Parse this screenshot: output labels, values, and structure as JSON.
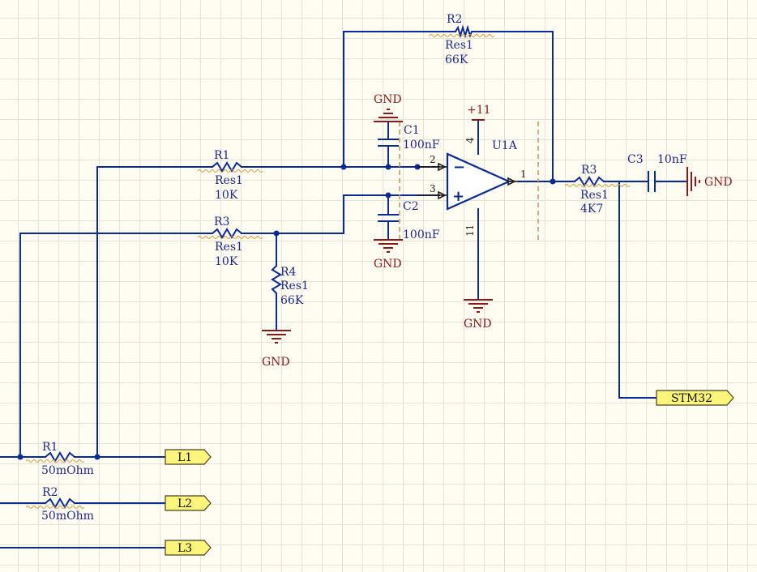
{
  "resistors": [
    {
      "id": "r2-top",
      "designator": "R2",
      "comment": "Res1",
      "value": "66K"
    },
    {
      "id": "r1-mid",
      "designator": "R1",
      "comment": "Res1",
      "value": "10K"
    },
    {
      "id": "r3-mid",
      "designator": "R3",
      "comment": "Res1",
      "value": "10K"
    },
    {
      "id": "r4",
      "designator": "R4",
      "comment": "Res1",
      "value": "66K"
    },
    {
      "id": "r3-out",
      "designator": "R3",
      "comment": "Res1",
      "value": "4K7"
    },
    {
      "id": "r1-shunt",
      "designator": "R1",
      "value": "50mOhm"
    },
    {
      "id": "r2-shunt",
      "designator": "R2",
      "value": "50mOhm"
    }
  ],
  "capacitors": [
    {
      "id": "c1",
      "designator": "C1",
      "value": "100nF"
    },
    {
      "id": "c2",
      "designator": "C2",
      "value": "100nF"
    },
    {
      "id": "c3",
      "designator": "C3",
      "value": "10nF"
    }
  ],
  "opamp": {
    "designator": "U1A",
    "pins": {
      "inv": "2",
      "noninv": "3",
      "out": "1",
      "vpos": "4",
      "vneg": "11"
    },
    "minus_sign": "−",
    "plus_sign": "+"
  },
  "power": {
    "supply": "+11",
    "ground": "GND"
  },
  "ports": {
    "stm32": "STM32",
    "l1": "L1",
    "l2": "L2",
    "l3": "L3"
  }
}
